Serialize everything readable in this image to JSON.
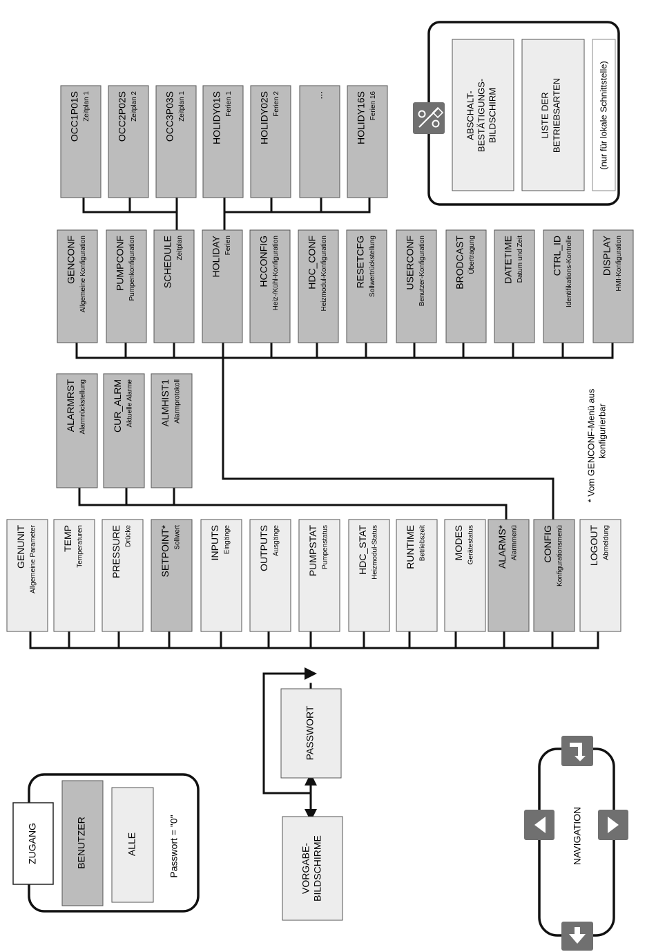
{
  "main_menu": [
    {
      "id": "genunit",
      "title": "GENUNIT",
      "subtitle": "Allgemeine Parameter",
      "style": "light"
    },
    {
      "id": "temp",
      "title": "TEMP",
      "subtitle": "Temperaturen",
      "style": "light"
    },
    {
      "id": "pressure",
      "title": "PRESSURE",
      "subtitle": "Drücke",
      "style": "light"
    },
    {
      "id": "setpoint",
      "title": "SETPOINT*",
      "subtitle": "Sollwert",
      "style": "dark"
    },
    {
      "id": "inputs",
      "title": "INPUTS",
      "subtitle": "Eingänge",
      "style": "light"
    },
    {
      "id": "outputs",
      "title": "OUTPUTS",
      "subtitle": "Ausgänge",
      "style": "light"
    },
    {
      "id": "pumpstat",
      "title": "PUMPSTAT",
      "subtitle": "Pumpenstatus",
      "style": "light"
    },
    {
      "id": "hdc-stat",
      "title": "HDC_STAT",
      "subtitle": "Heizmodul-Status",
      "style": "light"
    },
    {
      "id": "runtime",
      "title": "RUNTIME",
      "subtitle": "Betriebszeit",
      "style": "light"
    },
    {
      "id": "modes",
      "title": "MODES",
      "subtitle": "Gerätestatus",
      "style": "light"
    },
    {
      "id": "alarms",
      "title": "ALARMS*",
      "subtitle": "Alarmmenü",
      "style": "dark"
    },
    {
      "id": "config",
      "title": "CONFIG",
      "subtitle": "Konfigurationsmenü",
      "style": "dark"
    },
    {
      "id": "logout",
      "title": "LOGOUT",
      "subtitle": "Abmeldung",
      "style": "light"
    }
  ],
  "alarm_menu": [
    {
      "id": "alarmrst",
      "title": "ALARMRST",
      "subtitle": "Alarmrückstellung",
      "style": "dark"
    },
    {
      "id": "cur-alrm",
      "title": "CUR_ALRM",
      "subtitle": "Aktuelle Alarme",
      "style": "dark"
    },
    {
      "id": "almhist1",
      "title": "ALMHIST1",
      "subtitle": "Alarmprotokoll",
      "style": "dark"
    }
  ],
  "config_menu": [
    {
      "id": "genconf",
      "title": "GENCONF",
      "subtitle": "Allgemeine Konfiguration",
      "style": "dark"
    },
    {
      "id": "pumpconf",
      "title": "PUMPCONF",
      "subtitle": "Pumpenkonfiguration",
      "style": "dark"
    },
    {
      "id": "schedule",
      "title": "SCHEDULE",
      "subtitle": "Zeitplan",
      "style": "dark"
    },
    {
      "id": "holiday",
      "title": "HOLIDAY",
      "subtitle": "Ferien",
      "style": "dark"
    },
    {
      "id": "hcconfig",
      "title": "HCCONFIG",
      "subtitle": "Heiz-/Kühl-Konfiguration",
      "style": "dark"
    },
    {
      "id": "hdc-conf",
      "title": "HDC_CONF",
      "subtitle": "Heizmodul-Konfiguration",
      "style": "dark"
    },
    {
      "id": "resetcfg",
      "title": "RESETCFG",
      "subtitle": "Sollwertrückstellung",
      "style": "dark"
    },
    {
      "id": "userconf",
      "title": "USERCONF",
      "subtitle": "Benutzer-Konfiguration",
      "style": "dark"
    },
    {
      "id": "brodcast",
      "title": "BRODCAST",
      "subtitle": "Übertragung",
      "style": "dark"
    },
    {
      "id": "datetime",
      "title": "DATETIME",
      "subtitle": "Datum und Zeit",
      "style": "dark"
    },
    {
      "id": "ctrl-id",
      "title": "CTRL_ID",
      "subtitle": "Identifikations-Kontrolle",
      "style": "dark"
    },
    {
      "id": "display",
      "title": "DISPLAY",
      "subtitle": "HMI-Konfiguration",
      "style": "dark"
    }
  ],
  "schedule_menu": [
    {
      "id": "occ1p01s",
      "title": "OCC1P01S",
      "subtitle": "Zeitplan 1",
      "style": "dark"
    },
    {
      "id": "occ2p02s",
      "title": "OCC2P02S",
      "subtitle": "Zeitplan 2",
      "style": "dark"
    },
    {
      "id": "occ3p03s",
      "title": "OCC3P03S",
      "subtitle": "Zeitplan 1",
      "style": "dark"
    }
  ],
  "holiday_menu": [
    {
      "id": "holidy01s",
      "title": "HOLIDY01S",
      "subtitle": "Ferien 1",
      "style": "dark"
    },
    {
      "id": "holidy02s",
      "title": "HOLIDY02S",
      "subtitle": "Ferien 2",
      "style": "dark"
    },
    {
      "id": "holidy-more",
      "title": "...",
      "subtitle": "",
      "style": "dark"
    },
    {
      "id": "holidy16s",
      "title": "HOLIDY16S",
      "subtitle": "Ferien 16",
      "style": "dark"
    }
  ],
  "password_box": {
    "label": "PASSWORT"
  },
  "default_screens": {
    "line1": "VORGABE-",
    "line2": "BILDSCHIRME"
  },
  "access_legend": {
    "header": "ZUGANG",
    "user_label": "BENUTZER",
    "all_label": "ALLE",
    "password_note": "Passwort = \"0\""
  },
  "navigation": {
    "label": "NAVIGATION",
    "icons": [
      "enter-icon",
      "back-arrow-icon",
      "forward-arrow-icon",
      "down-arrow-icon"
    ]
  },
  "shutdown_legend": {
    "box1_line1": "ABSCHALT-",
    "box1_line2": "BESTÄTIGUNGS-",
    "box1_line3": "BILDSCHIRM",
    "box2_line1": "LISTE DER",
    "box2_line2": "BETRIEBSARTEN",
    "box3": "(nur für lokale Schnittstelle)",
    "icon": "start-stop-icon"
  },
  "footnote": {
    "line1": "* Vom GENCONF-Menü aus",
    "line2": "konfigurierbar"
  },
  "colors": {
    "light_box": "#ededed",
    "dark_box": "#bcbcbc",
    "line": "#111111",
    "nav_button": "#707070"
  }
}
